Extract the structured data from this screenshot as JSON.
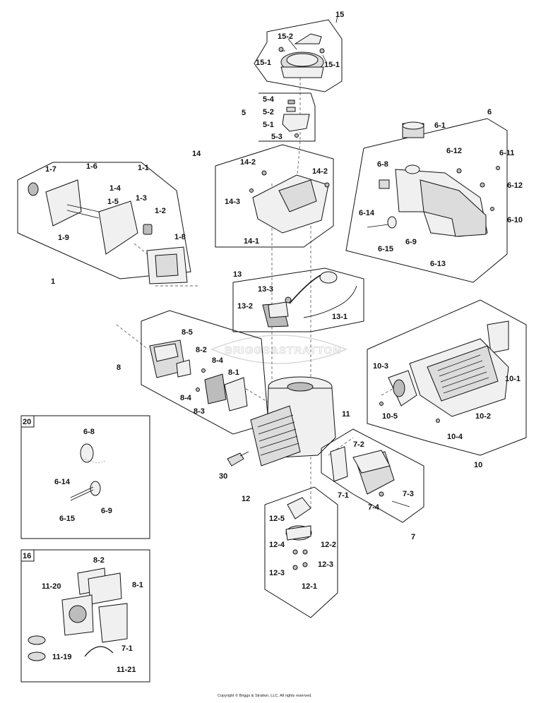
{
  "diagram": {
    "watermark": "BRIGGS&STRATTON",
    "copyright": "Copyright © Briggs & Stratton, LLC. All rights reserved.",
    "groups": {
      "g1": "1",
      "g5": "5",
      "g6": "6",
      "g7": "7",
      "g8": "8",
      "g10": "10",
      "g11": "11",
      "g12": "12",
      "g13": "13",
      "g14": "14",
      "g15": "15",
      "g16": "16",
      "g20": "20",
      "g30": "30"
    },
    "labels": {
      "l_15_2": "15-2",
      "l_15_1a": "15-1",
      "l_15_1b": "15-1",
      "l_5_4": "5-4",
      "l_5_2": "5-2",
      "l_5_1": "5-1",
      "l_5_3": "5-3",
      "l_6_1": "6-1",
      "l_6_8": "6-8",
      "l_6_12a": "6-12",
      "l_6_11": "6-11",
      "l_6_12b": "6-12",
      "l_6_10": "6-10",
      "l_6_14": "6-14",
      "l_6_9": "6-9",
      "l_6_15": "6-15",
      "l_6_13": "6-13",
      "l_14_2a": "14-2",
      "l_14_2b": "14-2",
      "l_14_3": "14-3",
      "l_14_1": "14-1",
      "l_1_7": "1-7",
      "l_1_6": "1-6",
      "l_1_1": "1-1",
      "l_1_4": "1-4",
      "l_1_3": "1-3",
      "l_1_5": "1-5",
      "l_1_2": "1-2",
      "l_1_9": "1-9",
      "l_1_8": "1-8",
      "l_13_3": "13-3",
      "l_13_2": "13-2",
      "l_13_1": "13-1",
      "l_8_5": "8-5",
      "l_8_2": "8-2",
      "l_8_4a": "8-4",
      "l_8_1": "8-1",
      "l_8_4b": "8-4",
      "l_8_3": "8-3",
      "l_10_3": "10-3",
      "l_10_1": "10-1",
      "l_10_5": "10-5",
      "l_10_2": "10-2",
      "l_10_4": "10-4",
      "l_20_6_8": "6-8",
      "l_20_6_14": "6-14",
      "l_20_6_9": "6-9",
      "l_20_6_15": "6-15",
      "l_7_2": "7-2",
      "l_7_1": "7-1",
      "l_7_3": "7-3",
      "l_7_4": "7-4",
      "l_12_5": "12-5",
      "l_12_4": "12-4",
      "l_12_2": "12-2",
      "l_12_3a": "12-3",
      "l_12_3b": "12-3",
      "l_12_1": "12-1",
      "l_16_8_2": "8-2",
      "l_16_11_20": "11-20",
      "l_16_8_1": "8-1",
      "l_16_7_1": "7-1",
      "l_16_11_19": "11-19",
      "l_16_11_21": "11-21"
    }
  }
}
